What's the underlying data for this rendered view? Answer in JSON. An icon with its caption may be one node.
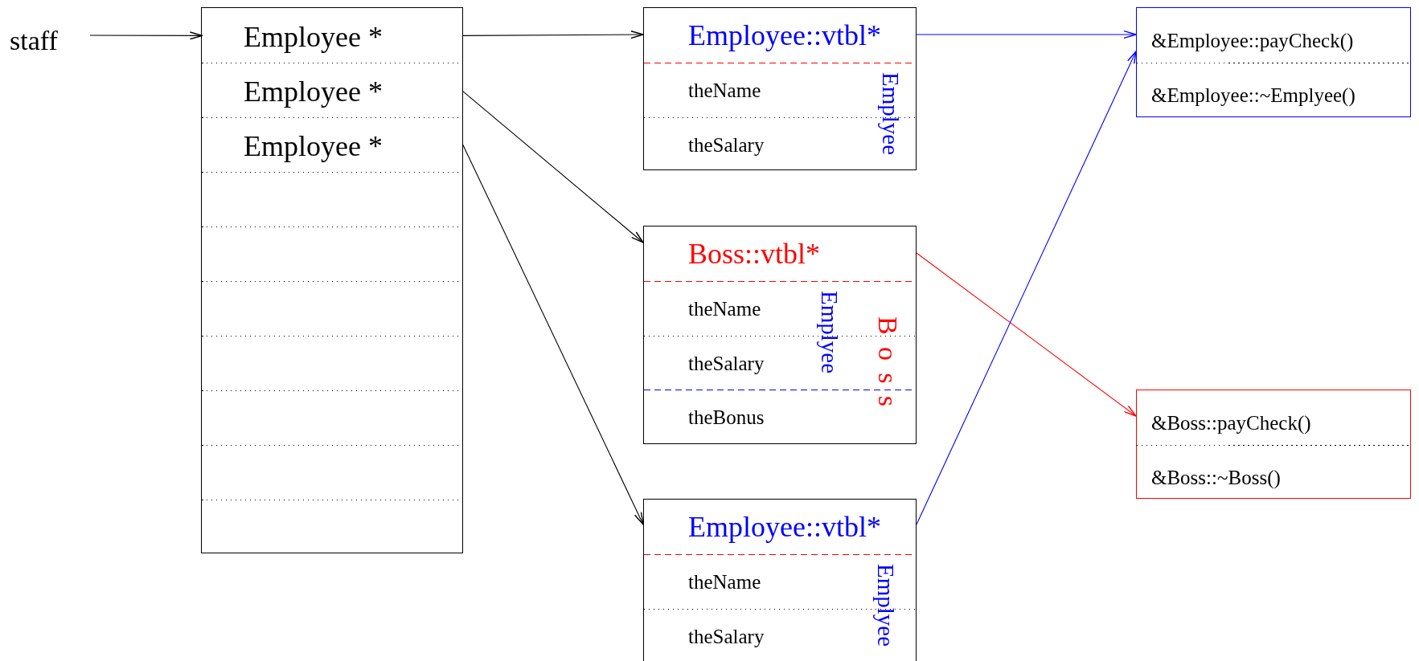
{
  "diagram": {
    "nodes": [
      {
        "text": [
          "staff"
        ]
      },
      {
        "text": [],
        "shape": "box"
      },
      {
        "text": [
          "Employee *"
        ],
        "in": 1
      },
      {
        "text": [
          "Employee *"
        ],
        "in": 1
      },
      {
        "text": [
          "Employee *"
        ],
        "in": 1
      },
      {
        "text": [
          "Employee::vtbl*",
          "theName",
          "theSalary",
          "Emplyee"
        ]
      },
      {
        "text": [
          "Boss::vtbl*",
          "theName",
          "theSalary",
          "theBonus",
          "Emplyee",
          "Boss"
        ]
      },
      {
        "text": [
          "Employee::vtbl*",
          "theName",
          "theSalary",
          "Emplyee"
        ]
      },
      {
        "text": [
          "&Employee::payCheck()",
          "&Employee::~Emplyee()"
        ]
      },
      {
        "text": [
          "&Boss::payCheck()",
          "&Boss::~Boss()"
        ]
      }
    ],
    "edges": [
      {
        "from": 0,
        "to": 2,
        "arrow": "to"
      },
      {
        "from": 2,
        "to": 5,
        "arrow": "to"
      },
      {
        "from": 3,
        "to": 6,
        "arrow": "to"
      },
      {
        "from": 4,
        "to": 7,
        "arrow": "to"
      },
      {
        "from": 5,
        "to": 8,
        "arrow": "to",
        "color": "#0000ff"
      },
      {
        "from": 6,
        "to": 9,
        "arrow": "to",
        "color": "#ff0000"
      },
      {
        "from": 7,
        "to": 8,
        "arrow": "to",
        "color": "#0000ff"
      }
    ]
  }
}
